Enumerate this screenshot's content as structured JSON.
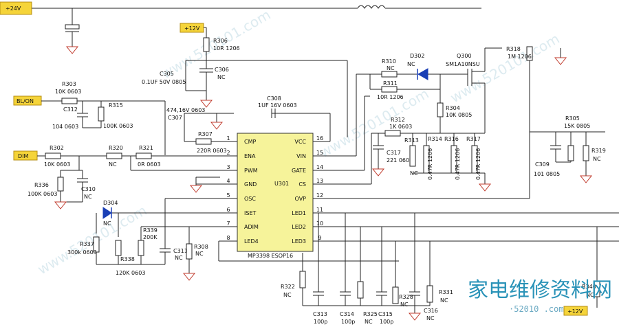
{
  "chip": {
    "part": "MP3398 ESOP16",
    "ref": "U301",
    "pins_left": [
      {
        "num": "1",
        "name": "CMP"
      },
      {
        "num": "2",
        "name": "ENA"
      },
      {
        "num": "3",
        "name": "PWM"
      },
      {
        "num": "4",
        "name": "GND"
      },
      {
        "num": "5",
        "name": "OSC"
      },
      {
        "num": "6",
        "name": "ISET"
      },
      {
        "num": "7",
        "name": "ADIM"
      },
      {
        "num": "8",
        "name": "LED4"
      }
    ],
    "pins_right": [
      {
        "num": "16",
        "name": "VCC"
      },
      {
        "num": "15",
        "name": "VIN"
      },
      {
        "num": "14",
        "name": "GATE"
      },
      {
        "num": "13",
        "name": "CS"
      },
      {
        "num": "12",
        "name": "OVP"
      },
      {
        "num": "11",
        "name": "LED1"
      },
      {
        "num": "10",
        "name": "LED2"
      },
      {
        "num": "9",
        "name": "LED3"
      }
    ]
  },
  "nets": {
    "v24": "+24V",
    "v12_top": "+12V",
    "v12_bottom": "+12V",
    "bl_on": "BL/ON",
    "dim": "DIM"
  },
  "components": {
    "r306": {
      "ref": "R306",
      "val": "10R 1206"
    },
    "c305": {
      "ref": "C305",
      "val": "0.1UF 50V 0805"
    },
    "c306": {
      "ref": "C306",
      "val": "NC"
    },
    "r303": {
      "ref": "R303",
      "val": "10K 0603"
    },
    "c312": {
      "ref": "C312",
      "val": "104 0603"
    },
    "r315": {
      "ref": "R315",
      "val": "100K 0603"
    },
    "c307": {
      "ref": "C307",
      "val": "474,16V 0603"
    },
    "c308": {
      "ref": "C308",
      "val": "1UF 16V 0603"
    },
    "r307": {
      "ref": "R307",
      "val": "220R 0603"
    },
    "r302": {
      "ref": "R302",
      "val": "10K 0603"
    },
    "r320": {
      "ref": "R320",
      "val": "NC"
    },
    "r321": {
      "ref": "R321",
      "val": "0R 0603"
    },
    "r336": {
      "ref": "R336",
      "val": "100K 0603"
    },
    "c310": {
      "ref": "C310",
      "val": "NC"
    },
    "d304": {
      "ref": "D304",
      "val": "NC"
    },
    "r339": {
      "ref": "R339",
      "val": "200K"
    },
    "r337": {
      "ref": "R337",
      "val": "300k 0603"
    },
    "r338": {
      "ref": "R338",
      "val": "120K 0603"
    },
    "c311": {
      "ref": "C311",
      "val": "NC"
    },
    "r308": {
      "ref": "R308",
      "val": "NC"
    },
    "r310": {
      "ref": "R310",
      "val": "NC"
    },
    "r311": {
      "ref": "R311",
      "val": "10R 1206"
    },
    "d302": {
      "ref": "D302",
      "val": "NC"
    },
    "q300": {
      "ref": "Q300",
      "val": "SM1A10NSU"
    },
    "r304": {
      "ref": "R304",
      "val": "10K 0805"
    },
    "r312": {
      "ref": "R312",
      "val": "1K 0603"
    },
    "r313": {
      "ref": "R313",
      "val": "NC"
    },
    "c317": {
      "ref": "C317",
      "val": "221 0603"
    },
    "r314": {
      "ref": "R314",
      "val": "0.47R 1206"
    },
    "r316": {
      "ref": "R316",
      "val": "0.47R 1206"
    },
    "r317": {
      "ref": "R317",
      "val": "0.47R 1206"
    },
    "r318": {
      "ref": "R318",
      "val": "1M 1206"
    },
    "r305": {
      "ref": "R305",
      "val": "15K 0805"
    },
    "r319": {
      "ref": "R319",
      "val": "NC"
    },
    "c309": {
      "ref": "C309",
      "val": "101 0805"
    },
    "r322": {
      "ref": "R322",
      "val": "NC"
    },
    "c313": {
      "ref": "C313",
      "val": "100p"
    },
    "c314": {
      "ref": "C314",
      "val": "100p"
    },
    "r325": {
      "ref": "R325",
      "val": "NC"
    },
    "c315": {
      "ref": "C315",
      "val": "100p"
    },
    "r328": {
      "ref": "R328",
      "val": "NC"
    },
    "c316": {
      "ref": "C316",
      "val": "NC"
    },
    "r331": {
      "ref": "R331",
      "val": "NC"
    },
    "r340": {
      "ref": "R340",
      "val": "NC"
    }
  },
  "logo": {
    "cn": "家电维修资料网",
    "url": "·52010 .com"
  }
}
